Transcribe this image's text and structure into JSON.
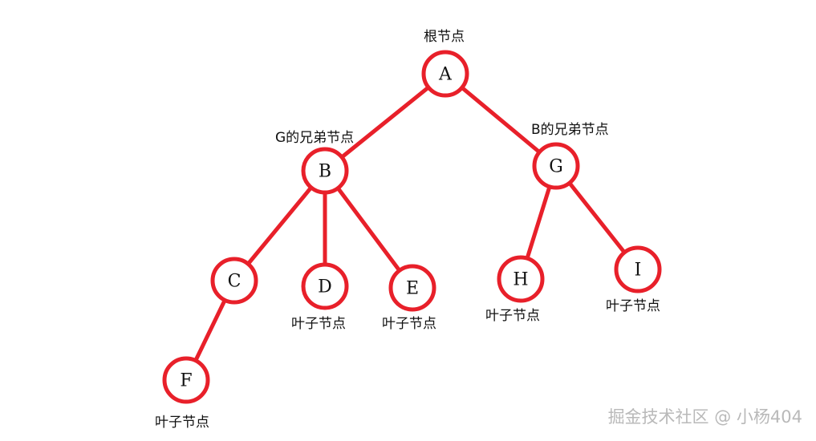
{
  "nodes": {
    "A": {
      "label": "A",
      "caption": "根节点"
    },
    "B": {
      "label": "B",
      "caption": "G的兄弟节点"
    },
    "G": {
      "label": "G",
      "caption": "B的兄弟节点"
    },
    "C": {
      "label": "C"
    },
    "D": {
      "label": "D",
      "caption": "叶子节点"
    },
    "E": {
      "label": "E",
      "caption": "叶子节点"
    },
    "H": {
      "label": "H",
      "caption": "叶子节点"
    },
    "I": {
      "label": "I",
      "caption": "叶子节点"
    },
    "F": {
      "label": "F",
      "caption": "叶子节点"
    }
  },
  "edges": [
    [
      "A",
      "B"
    ],
    [
      "A",
      "G"
    ],
    [
      "B",
      "C"
    ],
    [
      "B",
      "D"
    ],
    [
      "B",
      "E"
    ],
    [
      "G",
      "H"
    ],
    [
      "G",
      "I"
    ],
    [
      "C",
      "F"
    ]
  ],
  "watermark": "掘金技术社区 @ 小杨404",
  "colors": {
    "edge": "#e8202a",
    "text": "#111111",
    "watermark": "#b9b9b9"
  }
}
